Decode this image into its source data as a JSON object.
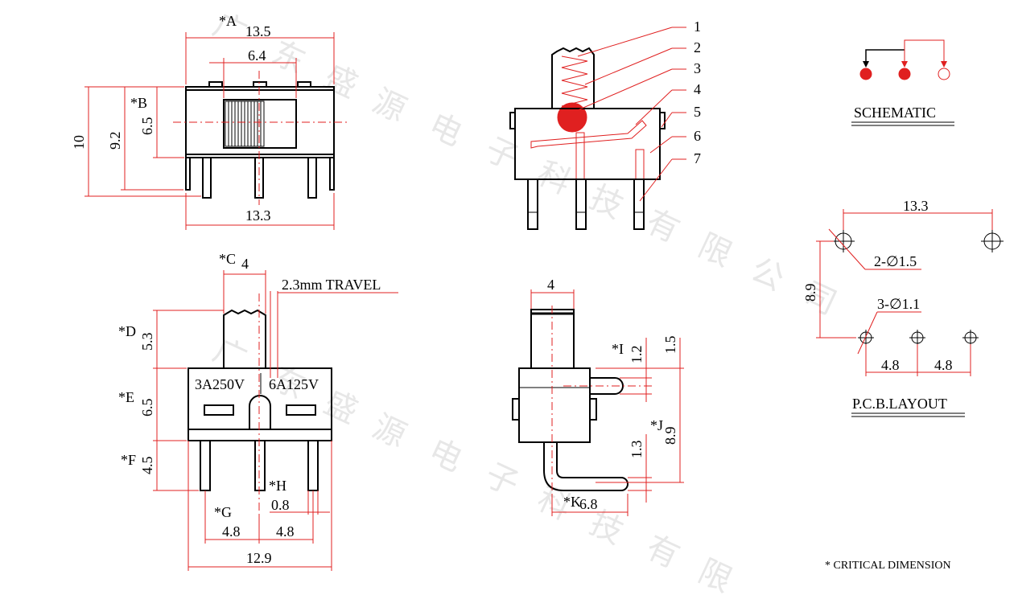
{
  "watermark": [
    "广",
    "东",
    "盛",
    "源",
    "电",
    "子",
    "科",
    "技",
    "有",
    "限",
    "公",
    "司"
  ],
  "top_view": {
    "A_mark": "*A",
    "A_value": "13.5",
    "inner_width": "6.4",
    "B_mark": "*B",
    "B_value": "6.5",
    "h10": "10",
    "h92": "9.2",
    "bottom_width": "13.3"
  },
  "side_view": {
    "C_mark": "*C",
    "C_value": "4",
    "travel": "2.3mm TRAVEL",
    "D_mark": "*D",
    "D_value": "5.3",
    "E_mark": "*E",
    "E_value": "6.5",
    "F_mark": "*F",
    "F_value": "4.5",
    "rating1": "3A250V",
    "rating2": "6A125V",
    "G_mark": "*G",
    "G_value1": "4.8",
    "G_value2": "4.8",
    "H_mark": "*H",
    "H_value": "0.8",
    "total": "12.9"
  },
  "end_view": {
    "width": "4",
    "I_mark": "*I",
    "I_value": "1.2",
    "v15": "1.5",
    "J_mark": "*J",
    "J_value": "8.9",
    "v13": "1.3",
    "K_mark": "*K",
    "K_value": "6.8"
  },
  "callouts": [
    "1",
    "2",
    "3",
    "4",
    "5",
    "6",
    "7"
  ],
  "schematic": {
    "title": "SCHEMATIC"
  },
  "pcb": {
    "w": "13.3",
    "h": "8.9",
    "hole1": "2-∅1.5",
    "hole2": "3-∅1.1",
    "p1": "4.8",
    "p2": "4.8",
    "title": "P.C.B.LAYOUT"
  },
  "footnote": "* CRITICAL  DIMENSION",
  "colors": {
    "dim": "#e02020",
    "outline": "#000000"
  }
}
